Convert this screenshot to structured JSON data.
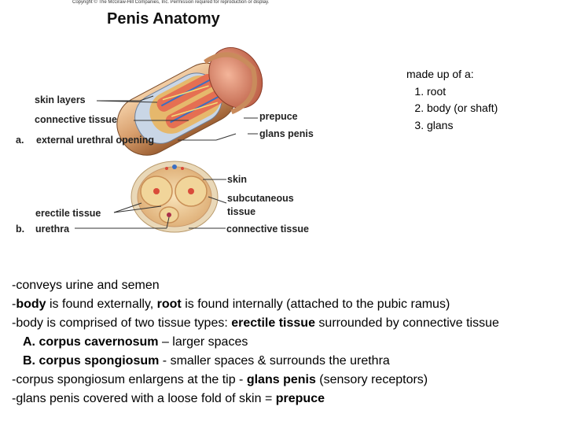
{
  "figure": {
    "copyright": "Copyright © The McGraw-Hill Companies, Inc. Permission required for reproduction or display.",
    "title": "Penis Anatomy",
    "labels": {
      "skin_layers": "skin layers",
      "connective_tissue_a": "connective tissue",
      "external_urethral_opening": "external urethral opening",
      "panel_a": "a.",
      "prepuce": "prepuce",
      "glans_penis": "glans penis",
      "skin": "skin",
      "subcutaneous": "subcutaneous",
      "tissue": "tissue",
      "erectile_tissue": "erectile tissue",
      "urethra": "urethra",
      "panel_b": "b.",
      "connective_tissue_b": "connective tissue"
    }
  },
  "made_up": {
    "heading": "made up of a:",
    "items": [
      "root",
      "body (or shaft)",
      "glans"
    ]
  },
  "notes": {
    "l1": "-conveys urine and semen",
    "l2_a": "-",
    "l2_b": "body",
    "l2_c": " is found externally, ",
    "l2_d": "root",
    "l2_e": " is found internally (attached to the pubic ramus)",
    "l3_a": "-body is comprised of two tissue types: ",
    "l3_b": "erectile tissue",
    "l3_c": " surrounded by connective tissue",
    "l4_a": "A. corpus cavernosum",
    "l4_b": " – larger spaces",
    "l5_a": "B. corpus spongiosum",
    "l5_b": " - smaller spaces & surrounds the urethra",
    "l6_a": "-corpus spongiosum enlargens at the tip - ",
    "l6_b": "glans penis",
    "l6_c": " (sensory receptors)",
    "l7_a": "-glans penis covered with a loose fold of skin = ",
    "l7_b": "prepuce"
  }
}
